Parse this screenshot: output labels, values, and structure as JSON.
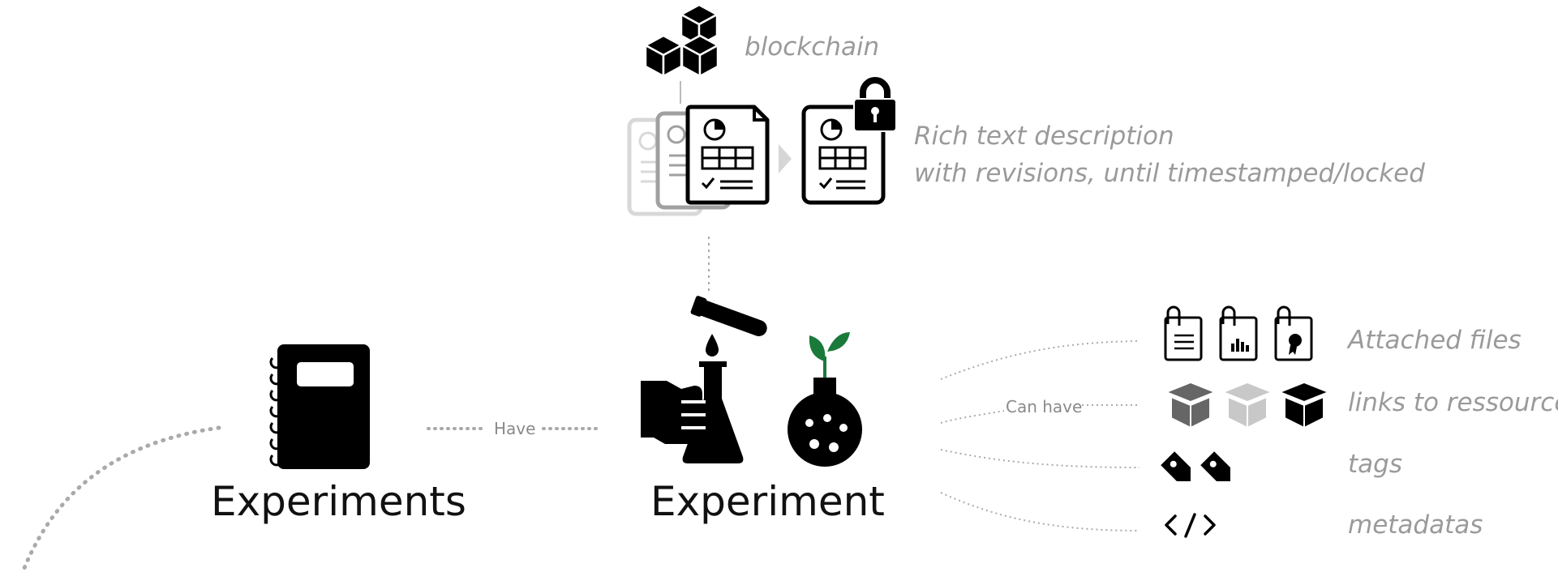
{
  "labels": {
    "blockchain": "blockchain",
    "rich_text_line1": "Rich text description",
    "rich_text_line2": "with revisions, until timestamped/locked",
    "experiments": "Experiments",
    "experiment": "Experiment",
    "have": "Have",
    "can_have": "Can have",
    "attached_files": "Attached files",
    "links_to_resources": "links to ressources",
    "tags": "tags",
    "metadatas": "metadatas"
  },
  "icons": {
    "blockchain": "cubes-icon",
    "document_revisions": "document-stack-icon",
    "locked_document": "locked-document-icon",
    "notebook": "notebook-icon",
    "experiment": "lab-experiment-icon",
    "files": "attached-file-icons",
    "resources": "box-icons",
    "tags": "tag-icons",
    "metadata": "code-icon"
  },
  "colors": {
    "text_gray": "#9a9a9a",
    "icon_dark": "#000000",
    "leaf_green": "#1a7a3a",
    "connector": "#aaaaaa"
  }
}
